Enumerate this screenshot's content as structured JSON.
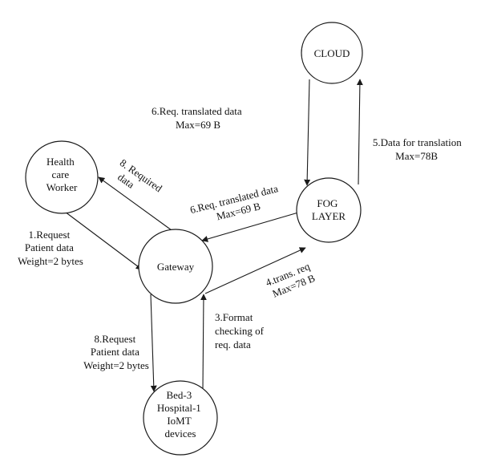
{
  "nodes": {
    "cloud": [
      "CLOUD"
    ],
    "fog": [
      "FOG",
      "LAYER"
    ],
    "worker": [
      "Health",
      "care",
      "Worker"
    ],
    "gateway": [
      "Gateway"
    ],
    "device": [
      "Bed-3",
      "Hospital-1",
      "IoMT",
      "devices"
    ]
  },
  "labels": {
    "req_translated_top": [
      "6.Req. translated data",
      "Max=69 B"
    ],
    "data_for_translation": [
      "5.Data for translation",
      "Max=78B"
    ],
    "required_data": [
      "8. Required",
      "data"
    ],
    "req_translated_mid": [
      "6.Req. translated data",
      "Max=69 B"
    ],
    "request_patient_1": [
      "1.Request",
      "Patient data",
      "Weight=2 bytes"
    ],
    "trans_req": [
      "4.trans. req",
      "Max=78 B"
    ],
    "request_patient_8": [
      "8.Request",
      "Patient data",
      "Weight=2 bytes"
    ],
    "format_checking": [
      "3.Format",
      "checking of",
      "req. data"
    ]
  },
  "colors": {
    "stroke": "#1a1a1a",
    "fill": "#ffffff",
    "text": "#111111"
  }
}
